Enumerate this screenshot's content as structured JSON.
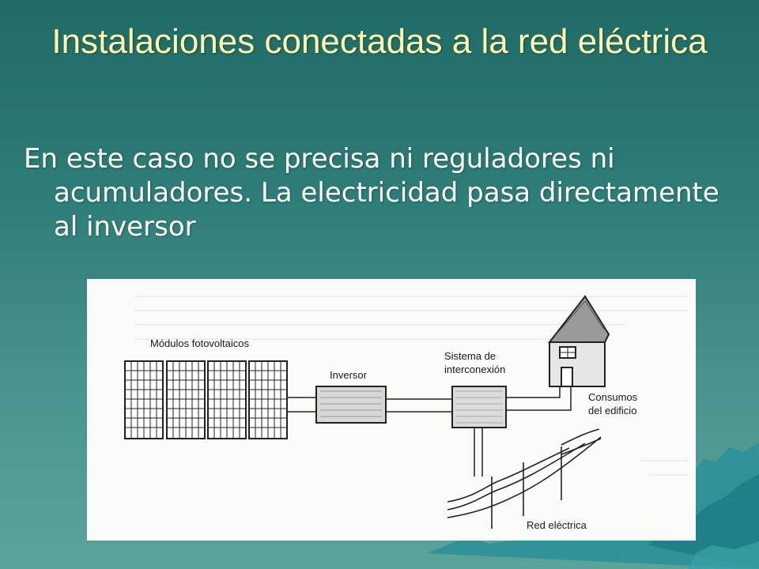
{
  "slide": {
    "title": "Instalaciones conectadas a la red eléctrica",
    "body": "En este caso no se precisa ni reguladores ni acumuladores. La electricidad pasa directamente al inversor"
  },
  "diagram": {
    "labels": {
      "modules": "Módulos fotovoltaicos",
      "inverter": "Inversor",
      "interconnection_line1": "Sistema de",
      "interconnection_line2": "interconexión",
      "consumption_line1": "Consumos",
      "consumption_line2": "del edificio",
      "grid": "Red eléctrica"
    }
  },
  "colors": {
    "title": "#fff7b0",
    "body_text": "#ffffff",
    "background_top": "#1f6b66",
    "background_bottom": "#5aa39b",
    "mountains": "#2a8f98"
  }
}
